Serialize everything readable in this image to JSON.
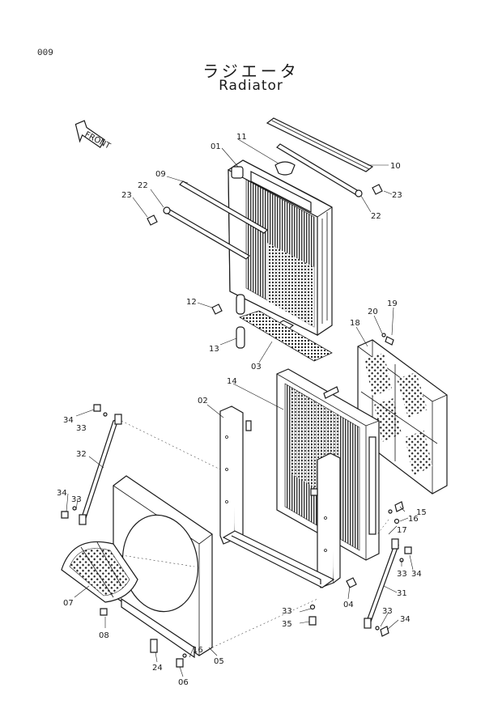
{
  "page_number": "009",
  "title_jp": "ラジエータ",
  "title_en": "Radiator",
  "front_label": "FRONT",
  "callouts": {
    "c01": "01",
    "c02": "02",
    "c03": "03",
    "c04": "04",
    "c05": "05",
    "c06": "06",
    "c07": "07",
    "c08": "08",
    "c09": "09",
    "c10": "10",
    "c11": "11",
    "c12": "12",
    "c13": "13",
    "c14": "14",
    "c15": "15",
    "c16a": "16",
    "c16b": "16",
    "c17": "17",
    "c18": "18",
    "c19": "19",
    "c20": "20",
    "c22a": "22",
    "c22b": "22",
    "c23a": "23",
    "c23b": "23",
    "c24": "24",
    "c31": "31",
    "c32": "32",
    "c33a": "33",
    "c33b": "33",
    "c33c": "33",
    "c33d": "33",
    "c33e": "33",
    "c34a": "34",
    "c34b": "34",
    "c34c": "34",
    "c34d": "34",
    "c35": "35"
  }
}
